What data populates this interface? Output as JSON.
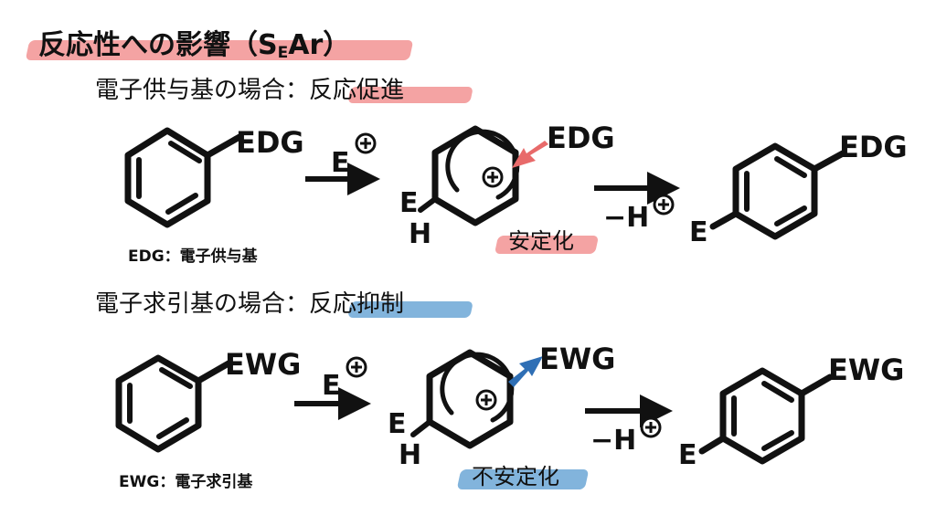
{
  "title": {
    "prefix": "反応性への影響（S",
    "sub_e": "E",
    "suffix": "Ar）"
  },
  "edg_section": {
    "heading_prefix": "電子供与基の場合：",
    "heading_effect": "反応促進",
    "substituent": "EDG",
    "caption": "EDG：電子供与基",
    "stability": "安定化"
  },
  "ewg_section": {
    "heading_prefix": "電子求引基の場合：",
    "heading_effect": "反応抑制",
    "substituent": "EWG",
    "caption": "EWG：電子求引基",
    "stability": "不安定化"
  },
  "reagents": {
    "electrophile": "E",
    "plus": "+",
    "minus_h": "−H",
    "e_label": "E",
    "h_label": "H"
  },
  "colors": {
    "red_highlight": "#f4a3a3",
    "blue_highlight": "#82b4dc",
    "red_arrow": "#e86a6a",
    "blue_arrow": "#2f6fb5",
    "ink": "#111111"
  }
}
